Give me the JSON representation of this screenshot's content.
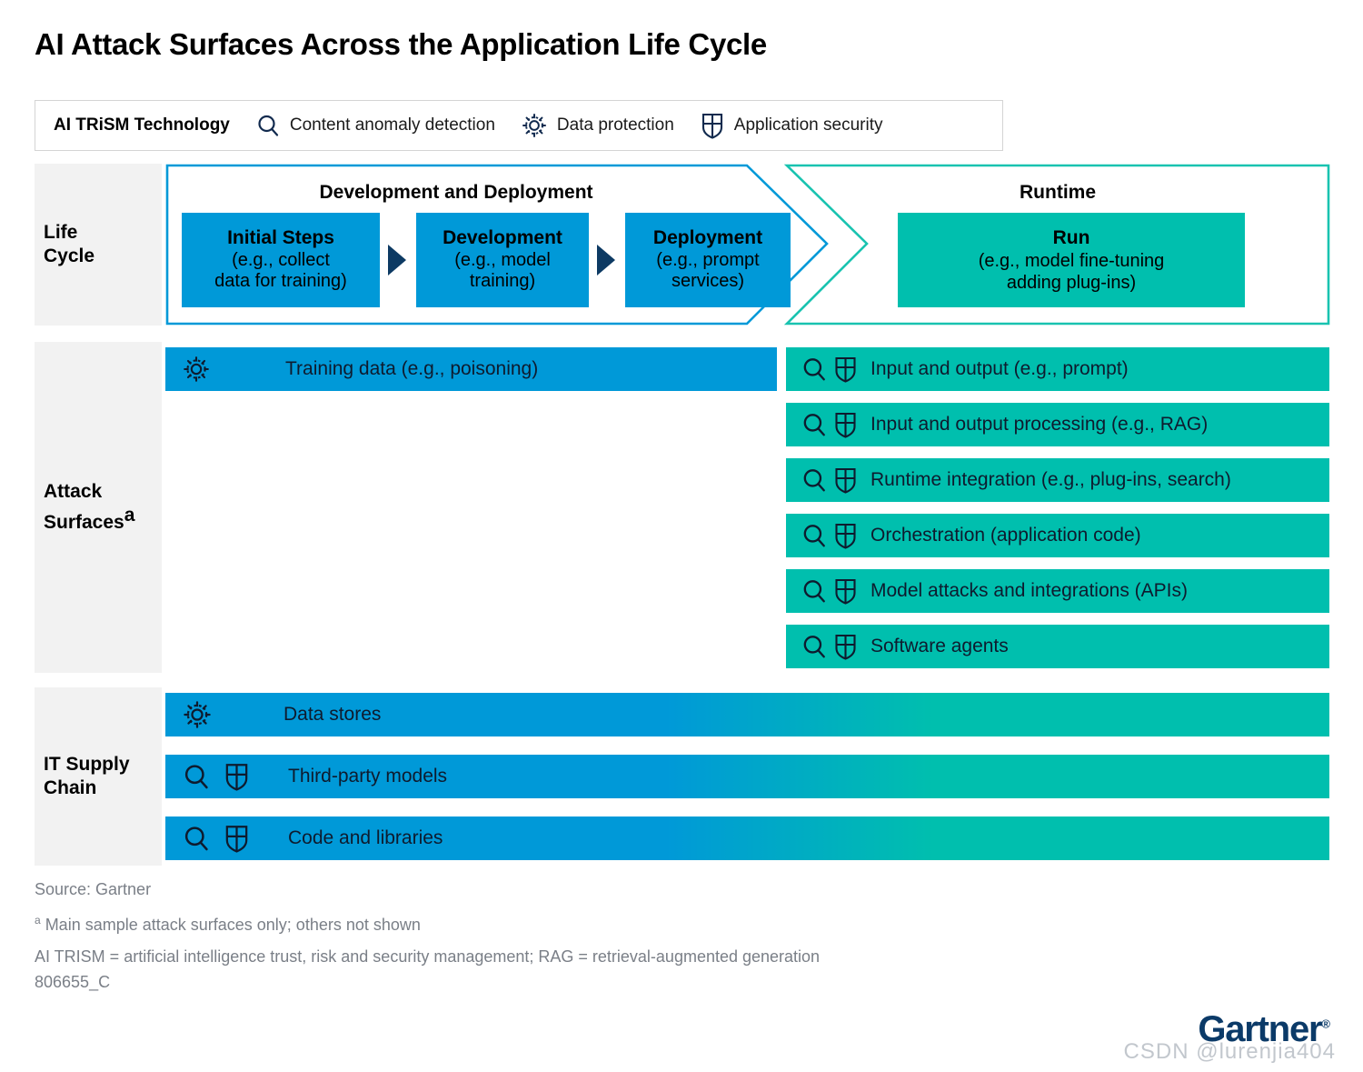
{
  "title": "AI Attack Surfaces Across the Application Life Cycle",
  "legend": {
    "title": "AI TRiSM Technology",
    "items": [
      {
        "icon": "search-icon",
        "label": "Content anomaly detection"
      },
      {
        "icon": "gear-icon",
        "label": "Data protection"
      },
      {
        "icon": "shield-icon",
        "label": "Application security"
      }
    ]
  },
  "rows": {
    "life_cycle": "Life\nCycle",
    "life_cycle_l1": "Life",
    "life_cycle_l2": "Cycle",
    "attack_surfaces_l1": "Attack",
    "attack_surfaces_l2": "Surfaces",
    "attack_surfaces_sup": "a",
    "it_supply_l1": "IT Supply",
    "it_supply_l2": "Chain"
  },
  "life_cycle": {
    "phases": [
      {
        "name": "Development and Deployment"
      },
      {
        "name": "Runtime"
      }
    ],
    "stages": [
      {
        "title": "Initial Steps",
        "sub1": "(e.g., collect",
        "sub2": "data for training)"
      },
      {
        "title": "Development",
        "sub1": "(e.g., model",
        "sub2": "training)"
      },
      {
        "title": "Deployment",
        "sub1": "(e.g., prompt",
        "sub2": "services)"
      }
    ],
    "run": {
      "title": "Run",
      "sub1": "(e.g., model fine-tuning",
      "sub2": "adding plug-ins)"
    }
  },
  "attack_surfaces": {
    "dev": [
      {
        "label": "Training data (e.g., poisoning)",
        "icons": [
          "gear-icon"
        ]
      }
    ],
    "runtime": [
      {
        "label": "Input and output (e.g., prompt)",
        "icons": [
          "search-icon",
          "shield-icon"
        ]
      },
      {
        "label": "Input and output processing (e.g., RAG)",
        "icons": [
          "search-icon",
          "shield-icon"
        ]
      },
      {
        "label": "Runtime integration (e.g., plug-ins, search)",
        "icons": [
          "search-icon",
          "shield-icon"
        ]
      },
      {
        "label": "Orchestration (application code)",
        "icons": [
          "search-icon",
          "shield-icon"
        ]
      },
      {
        "label": "Model attacks and integrations (APIs)",
        "icons": [
          "search-icon",
          "shield-icon"
        ]
      },
      {
        "label": "Software agents",
        "icons": [
          "search-icon",
          "shield-icon"
        ]
      }
    ]
  },
  "it_supply_chain": [
    {
      "label": "Data stores",
      "icons": [
        "gear-icon"
      ]
    },
    {
      "label": "Third-party models",
      "icons": [
        "search-icon",
        "shield-icon"
      ]
    },
    {
      "label": "Code and libraries",
      "icons": [
        "search-icon",
        "shield-icon"
      ]
    }
  ],
  "footer": {
    "source": "Source: Gartner",
    "note_sup": "a",
    "note": " Main sample attack surfaces only; others not shown",
    "acronyms": "AI TRISM = artificial intelligence trust, risk and security management; RAG = retrieval-augmented generation",
    "code": "806655_C"
  },
  "logo": {
    "text": "Gartner",
    "reg": "®"
  },
  "watermark": "CSDN @lurenjia404",
  "colors": {
    "blue": "#0099D8",
    "teal": "#00BFAE",
    "navy": "#0D3A63",
    "gray_label": "#F2F2F2"
  }
}
